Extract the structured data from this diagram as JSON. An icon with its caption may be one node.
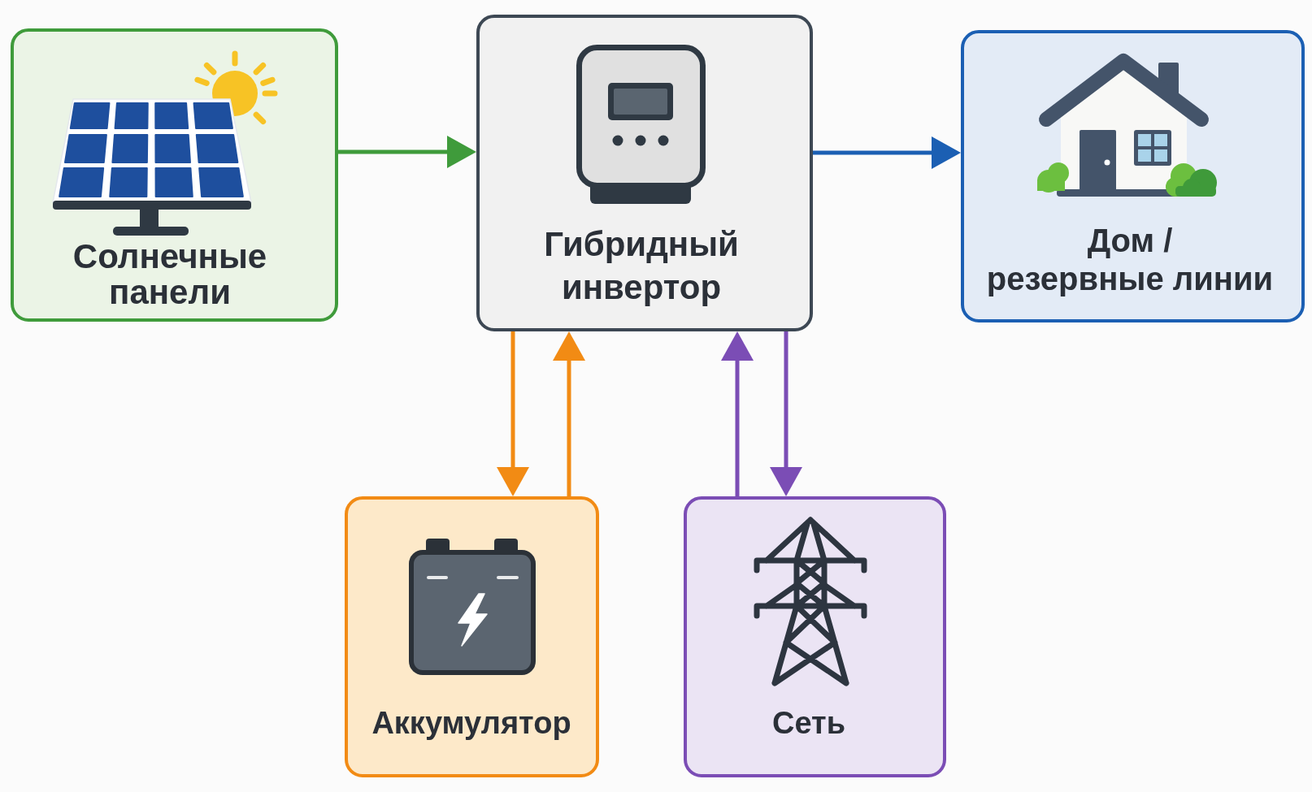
{
  "diagram": {
    "nodes": [
      {
        "text": [
          "Солнечные панели"
        ]
      },
      {
        "text": [
          "Гибридный инвертор"
        ]
      },
      {
        "text": [
          "Дом / резервные линии"
        ]
      },
      {
        "text": [
          "Аккумулятор"
        ]
      },
      {
        "text": [
          "Сеть"
        ]
      }
    ],
    "edges": [
      {
        "from": 0,
        "to": 1,
        "arrow": "to",
        "color": "#3f9b3b"
      },
      {
        "from": 1,
        "to": 2,
        "arrow": "to",
        "color": "#1b5fb3"
      },
      {
        "from": 1,
        "to": 3,
        "arrow": "to",
        "color": "#f28b14"
      },
      {
        "from": 3,
        "to": 1,
        "arrow": "to",
        "color": "#f28b14"
      },
      {
        "from": 4,
        "to": 1,
        "arrow": "to",
        "color": "#7b4db5"
      },
      {
        "from": 1,
        "to": 4,
        "arrow": "to",
        "color": "#7b4db5"
      }
    ]
  }
}
